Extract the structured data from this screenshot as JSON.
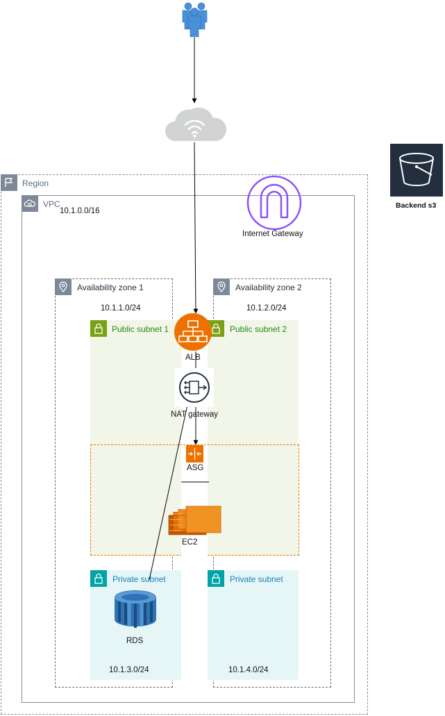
{
  "region": {
    "label": "Region"
  },
  "vpc": {
    "label": "VPC",
    "cidr": "10.1.0.0/16"
  },
  "internet_gateway": {
    "label": "Internet Gateway"
  },
  "backend": {
    "label": "Backend s3"
  },
  "az1": {
    "label": "Availability zone 1",
    "cidr": "10.1.1.0/24"
  },
  "az2": {
    "label": "Availability zone 2",
    "cidr": "10.1.2.0/24"
  },
  "public_subnet_1": {
    "label": "Public subnet 1"
  },
  "public_subnet_2": {
    "label": "Public subnet 2"
  },
  "private_subnet_1": {
    "label": "Private subnet",
    "cidr": "10.1.3.0/24"
  },
  "private_subnet_2": {
    "label": "Private subnet",
    "cidr": "10.1.4.0/24"
  },
  "alb": {
    "label": "ALB"
  },
  "nat": {
    "label": "NAT gateway"
  },
  "asg": {
    "label": "ASG"
  },
  "ec2": {
    "label": "EC2"
  },
  "rds": {
    "label": "RDS"
  },
  "colors": {
    "public_subnet": "#f2f6e8",
    "public_accent": "#248814",
    "private_subnet": "#e6f6f7",
    "private_accent": "#147eba",
    "orange": "#ed7100",
    "igw_purple": "#8c4fff",
    "s3_dark": "#232f3e",
    "group_gray": "#7d8998"
  }
}
